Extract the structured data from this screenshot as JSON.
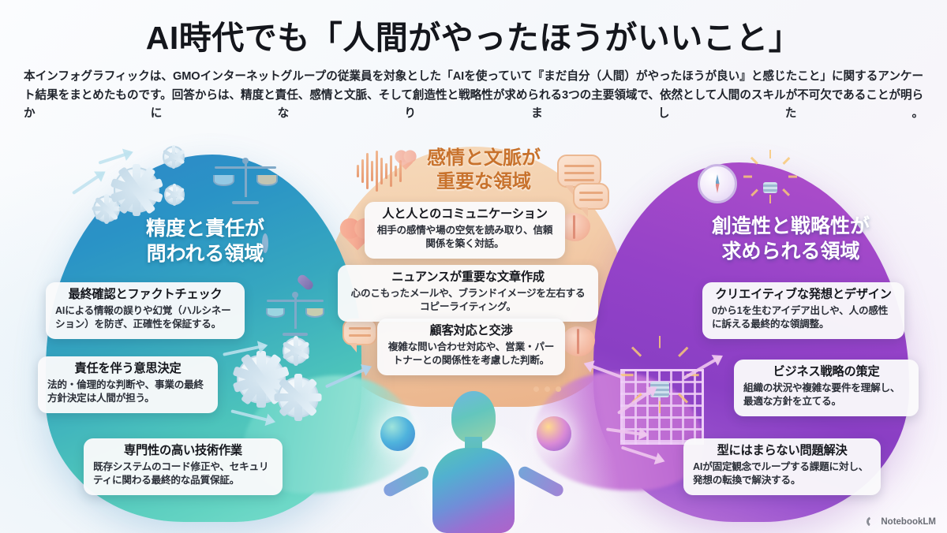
{
  "header": {
    "title": "AI時代でも「人間がやったほうがいいこと」",
    "subtitle": "本インフォグラフィックは、GMOインターネットグループの従業員を対象とした「AIを使っていて『まだ自分（人間）がやったほうが良い』と感じたこと」に関するアンケート結果をまとめたものです。回答からは、精度と責任、感情と文脈、そして創造性と戦略性が求められる3つの主要領域で、依然として人間のスキルが不可欠であることが明らかになりました。"
  },
  "sections": {
    "left": {
      "heading_line1": "精度と責任が",
      "heading_line2": "問われる領域",
      "accent": "#2f86c9",
      "cards": [
        {
          "title": "最終確認とファクトチェック",
          "desc": "AIによる情報の誤りや幻覚（ハルシネーション）を防ぎ、正確性を保証する。"
        },
        {
          "title": "責任を伴う意思決定",
          "desc": "法的・倫理的な判断や、事業の最終方針決定は人間が担う。"
        },
        {
          "title": "専門性の高い技術作業",
          "desc": "既存システムのコード修正や、セキュリティに関わる最終的な品質保証。"
        }
      ]
    },
    "center": {
      "heading_line1": "感情と文脈が",
      "heading_line2": "重要な領域",
      "accent": "#c8722c",
      "cards": [
        {
          "title": "人と人とのコミュニケーション",
          "desc": "相手の感情や場の空気を読み取り、信頼関係を築く対話。"
        },
        {
          "title": "ニュアンスが重要な文章作成",
          "desc": "心のこもったメールや、ブランドイメージを左右するコピーライティング。"
        },
        {
          "title": "顧客対応と交渉",
          "desc": "複雑な問い合わせ対応や、営業・パートナーとの関係性を考慮した判断。"
        }
      ]
    },
    "right": {
      "heading_line1": "創造性と戦略性が",
      "heading_line2": "求められる領域",
      "accent": "#9442c8",
      "cards": [
        {
          "title": "クリエイティブな発想とデザイン",
          "desc": "0から1を生むアイデア出しや、人の感性に訴える最終的な領調整。"
        },
        {
          "title": "ビジネス戦略の策定",
          "desc": "組織の状況や複雑な要件を理解し、最適な方針を立てる。"
        },
        {
          "title": "型にはまらない問題解決",
          "desc": "AIが固定観念でループする課題に対し、発想の転換で解決する。"
        }
      ]
    }
  },
  "footer": {
    "watermark": "NotebookLM"
  }
}
